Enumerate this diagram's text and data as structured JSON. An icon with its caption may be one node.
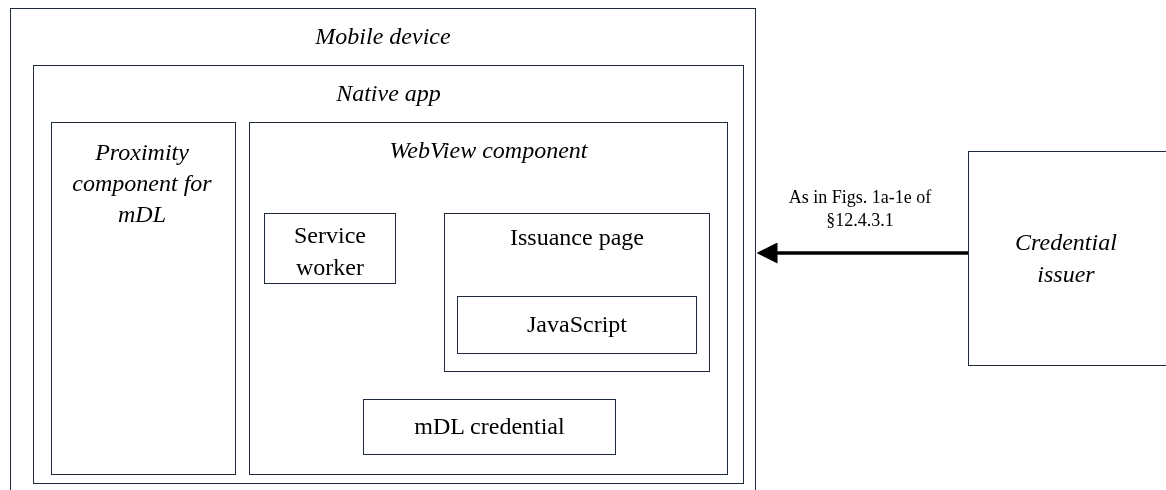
{
  "diagram": {
    "nodes": [
      {
        "text": [
          "Mobile device"
        ]
      },
      {
        "text": [
          "Native app"
        ],
        "in": 0
      },
      {
        "text": [
          "Proximity component for mDL"
        ],
        "in": 1
      },
      {
        "text": [
          "WebView component"
        ],
        "in": 1
      },
      {
        "text": [
          "Service worker"
        ],
        "in": 3
      },
      {
        "text": [
          "Issuance page"
        ],
        "in": 3
      },
      {
        "text": [
          "JavaScript"
        ],
        "in": 5
      },
      {
        "text": [
          "mDL credential"
        ],
        "in": 3
      },
      {
        "text": [
          "Credential issuer"
        ]
      }
    ],
    "edges": [
      {
        "from": 8,
        "to": 0,
        "arrow": "to",
        "label": "As in Figs. 1a-1e of §12.4.3.1"
      }
    ]
  }
}
